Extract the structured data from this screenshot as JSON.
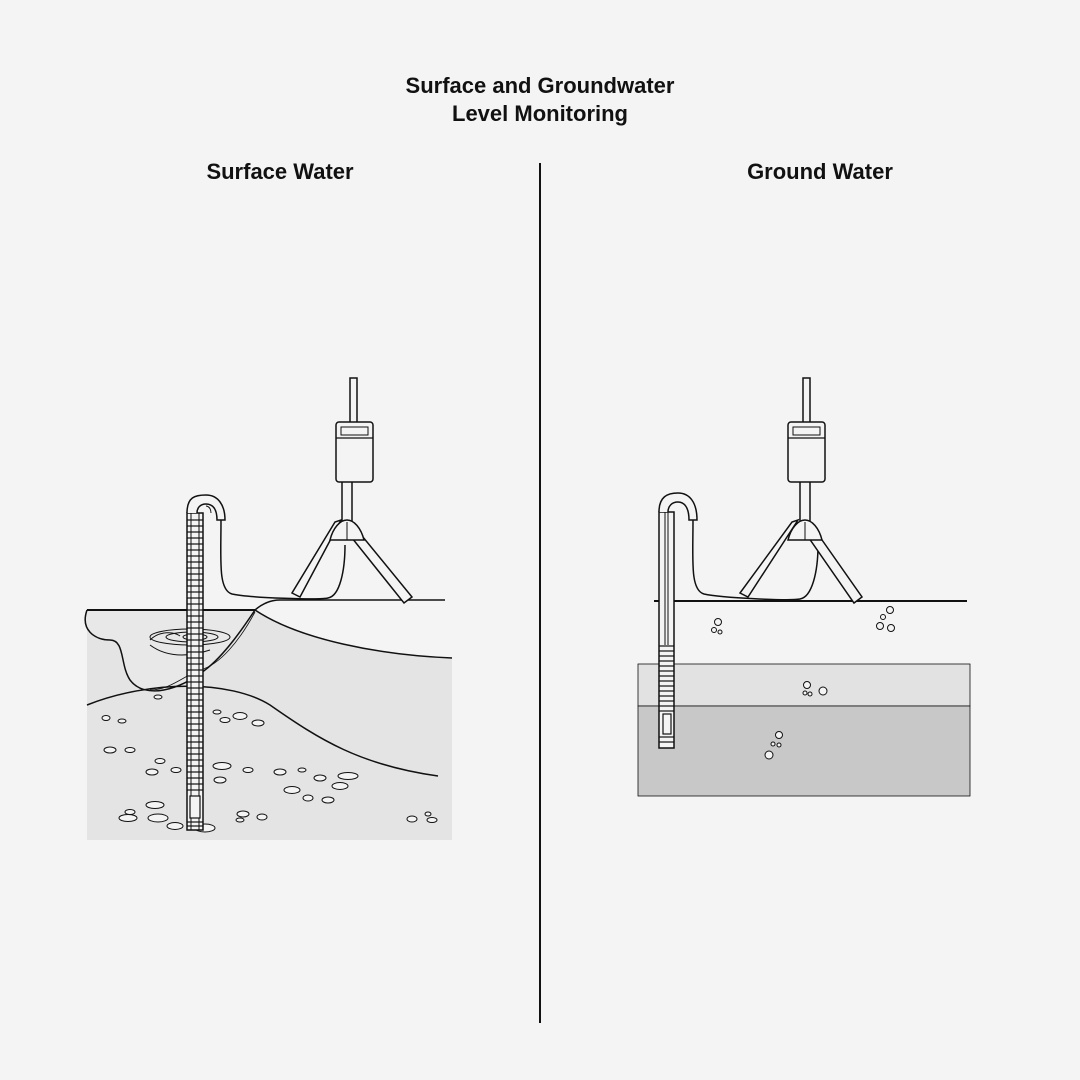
{
  "title": {
    "line1": "Surface and Groundwater",
    "line2": "Level Monitoring"
  },
  "panels": {
    "surface": {
      "heading": "Surface Water"
    },
    "ground": {
      "heading": "Ground Water"
    }
  },
  "colors": {
    "background": "#f4f4f4",
    "ink": "#111111",
    "water_light": "#e4e4e4",
    "soil_mid": "#e0e0e0",
    "soil_dark": "#c6c6c6"
  }
}
